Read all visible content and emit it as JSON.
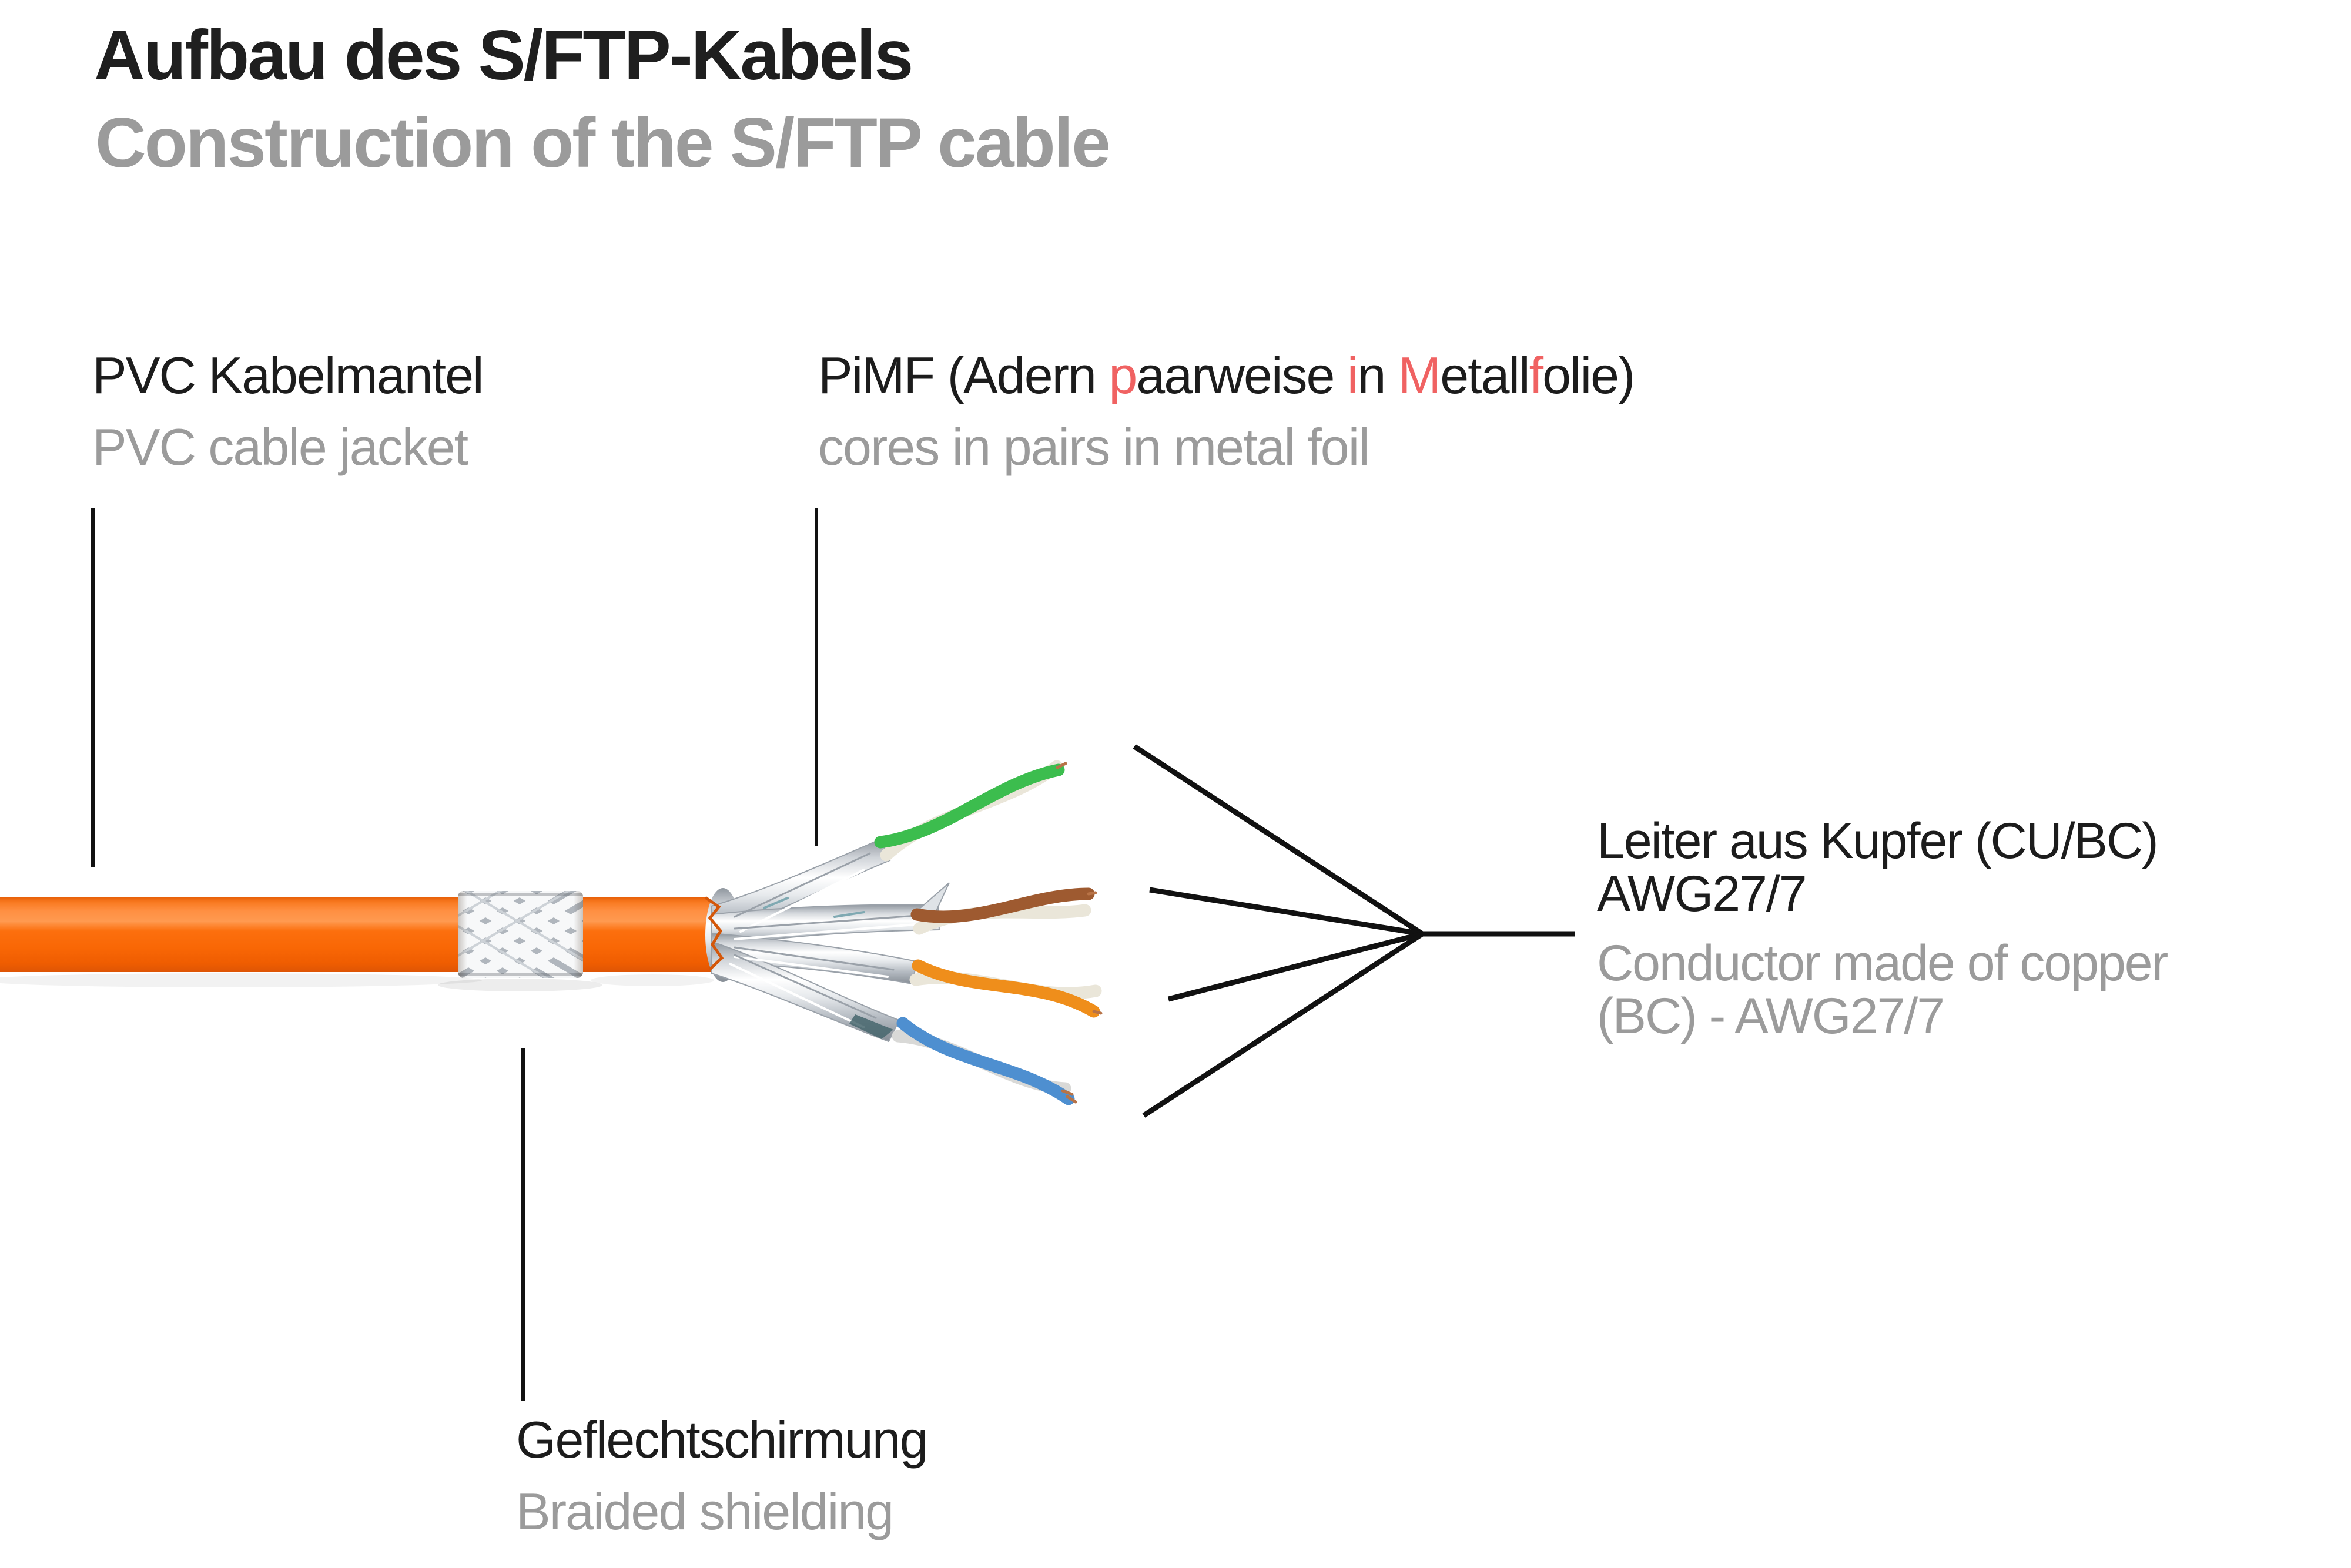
{
  "header": {
    "title": "Aufbau des S/FTP-Kabels",
    "subtitle": "Construction of the S/FTP cable"
  },
  "labels": {
    "jacket": {
      "de": "PVC Kabelmantel",
      "en": "PVC cable jacket"
    },
    "pimf": {
      "de_segments": [
        {
          "t": "PiMF (Adern ",
          "accent": false
        },
        {
          "t": "p",
          "accent": true
        },
        {
          "t": "aarweise ",
          "accent": false
        },
        {
          "t": "i",
          "accent": true
        },
        {
          "t": "n ",
          "accent": false
        },
        {
          "t": "M",
          "accent": true
        },
        {
          "t": "etall",
          "accent": false
        },
        {
          "t": "f",
          "accent": true
        },
        {
          "t": "olie)",
          "accent": false
        }
      ],
      "en": "cores in pairs in metal foil"
    },
    "conductor": {
      "de_line1": "Leiter aus Kupfer (CU/BC)",
      "de_line2": "AWG27/7",
      "en_line1": "Conductor made of copper",
      "en_line2": "(BC) - AWG27/7"
    },
    "braid": {
      "de": "Geflechtschirmung",
      "en": "Braided shielding"
    }
  },
  "colors": {
    "jacket_orange": "#fc6f0e",
    "foil_silver": "#d4d7db",
    "braid_silver": "#f1f1f2",
    "wire_green": "#3cbd4e",
    "wire_brown": "#9e5a30",
    "wire_orange": "#ef8e1b",
    "wire_blue": "#4e8fd0",
    "wire_white_warm": "#eae6d9",
    "wire_white_cool": "#d9d9d7",
    "copper": "#b87347",
    "accent_red": "#f06262",
    "text_black": "#1e1e1e",
    "text_gray": "#9b9b9b",
    "line_black": "#111111",
    "background": "#ffffff"
  }
}
